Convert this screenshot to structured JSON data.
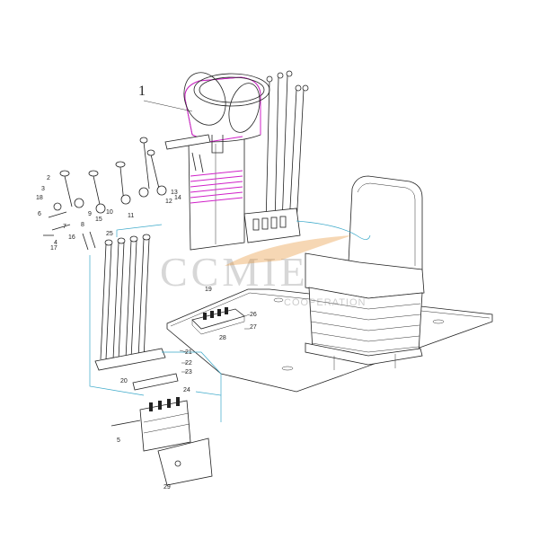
{
  "diagram": {
    "callouts": [
      {
        "id": "c1",
        "text": "1"
      },
      {
        "id": "c2",
        "text": "2"
      },
      {
        "id": "c3",
        "text": "3"
      },
      {
        "id": "c18",
        "text": "18"
      },
      {
        "id": "c6",
        "text": "6"
      },
      {
        "id": "c11",
        "text": "11"
      },
      {
        "id": "c12",
        "text": "12"
      },
      {
        "id": "c13",
        "text": "13"
      },
      {
        "id": "c14",
        "text": "14"
      },
      {
        "id": "c15",
        "text": "15"
      },
      {
        "id": "c16",
        "text": "16"
      },
      {
        "id": "c17",
        "text": "17"
      },
      {
        "id": "c19",
        "text": "19"
      },
      {
        "id": "c20",
        "text": "20"
      },
      {
        "id": "c21",
        "text": "21"
      },
      {
        "id": "c22",
        "text": "22"
      },
      {
        "id": "c23",
        "text": "23"
      },
      {
        "id": "c24",
        "text": "24"
      },
      {
        "id": "c25",
        "text": "25"
      },
      {
        "id": "c26",
        "text": "26"
      },
      {
        "id": "c27",
        "text": "27"
      },
      {
        "id": "c28",
        "text": "28"
      },
      {
        "id": "c29",
        "text": "29"
      },
      {
        "id": "c5",
        "text": "5"
      },
      {
        "id": "c8",
        "text": "8"
      },
      {
        "id": "c9",
        "text": "9"
      },
      {
        "id": "c10",
        "text": "10"
      },
      {
        "id": "c4",
        "text": "4"
      },
      {
        "id": "c7",
        "text": "7"
      }
    ],
    "watermark": {
      "main": "CCMIE",
      "sub": "COOPERATION"
    },
    "colors": {
      "line": "#222222",
      "cyan": "#39a8c9",
      "magenta": "#d020c8",
      "watermark": "#8c8c8c"
    }
  }
}
